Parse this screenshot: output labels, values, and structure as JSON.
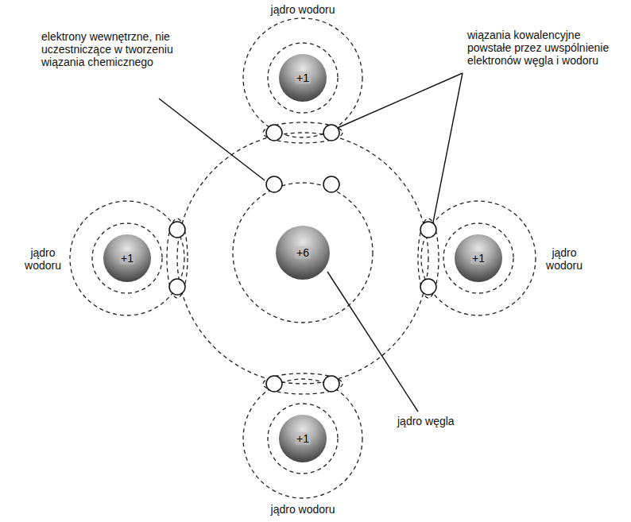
{
  "diagram": {
    "nodes": [
      {
        "text": [
          "+1"
        ]
      },
      {
        "text": [
          "+1"
        ]
      },
      {
        "text": [
          "+6"
        ]
      },
      {
        "text": [
          "+1"
        ]
      },
      {
        "text": [
          "+1"
        ]
      }
    ],
    "labels": [
      "jądro wodoru",
      "elektrony wewnętrzne, nie uczestniczące w tworzeniu wiązania chemicznego",
      "wiązania kowalencyjne powstałe przez uwspólnienie elektronów węgla i wodoru",
      "jądro wodoru",
      "jądro wodoru",
      "jądro węgla",
      "jądro wodoru"
    ]
  }
}
